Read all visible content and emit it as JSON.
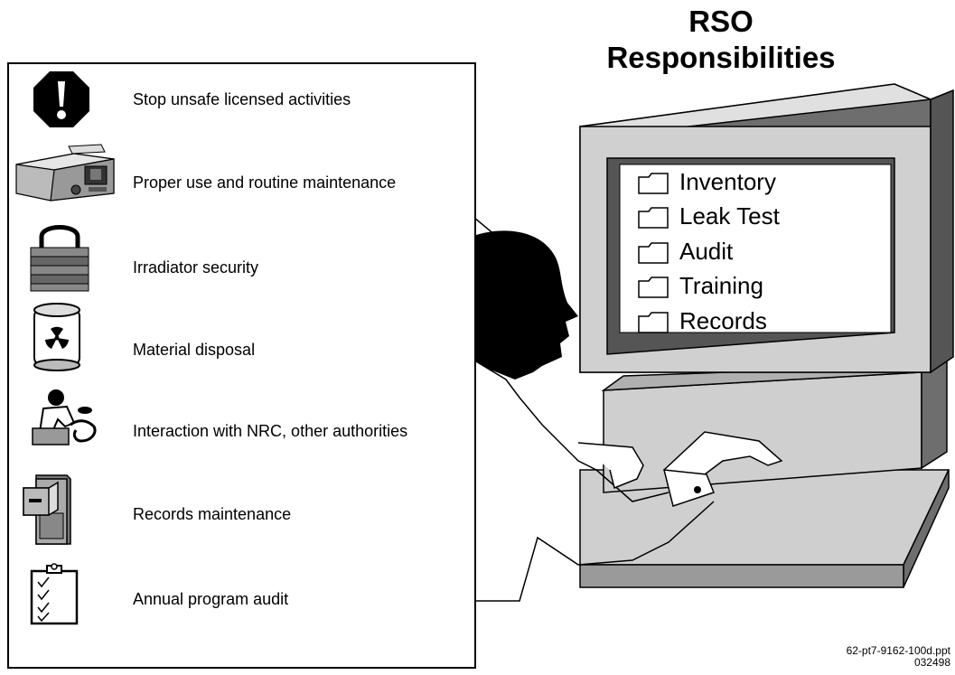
{
  "title": {
    "line1": "RSO",
    "line2": "Responsibilities"
  },
  "responsibilities": [
    {
      "label": "Stop unsafe licensed activities",
      "icon": "stop-sign-icon"
    },
    {
      "label": "Proper use and routine maintenance",
      "icon": "irradiator-machine-icon"
    },
    {
      "label": "Irradiator security",
      "icon": "padlock-icon"
    },
    {
      "label": "Material disposal",
      "icon": "radioactive-container-icon"
    },
    {
      "label": "Interaction with NRC, other authorities",
      "icon": "person-on-phone-icon"
    },
    {
      "label": "Records maintenance",
      "icon": "file-cabinet-icon"
    },
    {
      "label": "Annual program audit",
      "icon": "clipboard-checklist-icon"
    }
  ],
  "monitor_menu": [
    {
      "label": "Inventory",
      "icon": "folder-icon"
    },
    {
      "label": "Leak Test",
      "icon": "folder-icon"
    },
    {
      "label": "Audit",
      "icon": "folder-icon"
    },
    {
      "label": "Training",
      "icon": "folder-icon"
    },
    {
      "label": "Records",
      "icon": "folder-icon"
    }
  ],
  "footer": {
    "file": "62-pt7-9162-100d.ppt",
    "code": "032498"
  },
  "colors": {
    "monitor_face": "#d0d0d0",
    "monitor_side": "#707070",
    "monitor_screen_shadow": "#555555",
    "silhouette": "#000000"
  }
}
